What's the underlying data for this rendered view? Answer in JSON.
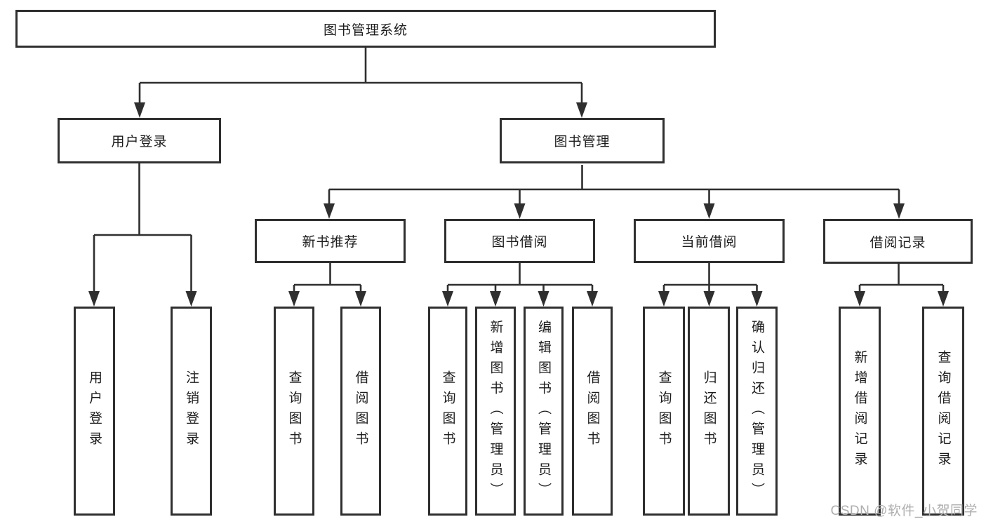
{
  "diagram_title": "图书管理系统",
  "tree": {
    "label": "图书管理系统",
    "children": [
      {
        "label": "用户登录",
        "children": [
          {
            "label": "用户登录"
          },
          {
            "label": "注销登录"
          }
        ]
      },
      {
        "label": "图书管理",
        "children": [
          {
            "label": "新书推荐",
            "children": [
              {
                "label": "查询图书"
              },
              {
                "label": "借阅图书"
              }
            ]
          },
          {
            "label": "图书借阅",
            "children": [
              {
                "label": "查询图书"
              },
              {
                "label": "新增图书（管理员）"
              },
              {
                "label": "编辑图书（管理员）"
              },
              {
                "label": "借阅图书"
              }
            ]
          },
          {
            "label": "当前借阅",
            "children": [
              {
                "label": "查询图书"
              },
              {
                "label": "归还图书"
              },
              {
                "label": "确认归还（管理员）"
              }
            ]
          },
          {
            "label": "借阅记录",
            "children": [
              {
                "label": "新增借阅记录"
              },
              {
                "label": "查询借阅记录"
              }
            ]
          }
        ]
      }
    ]
  },
  "watermark": "CSDN @软件_小贺同学",
  "colors": {
    "line": "#2f2f2f",
    "text": "#1c1c1c",
    "background": "#ffffff",
    "watermark": "#aeaeae"
  }
}
